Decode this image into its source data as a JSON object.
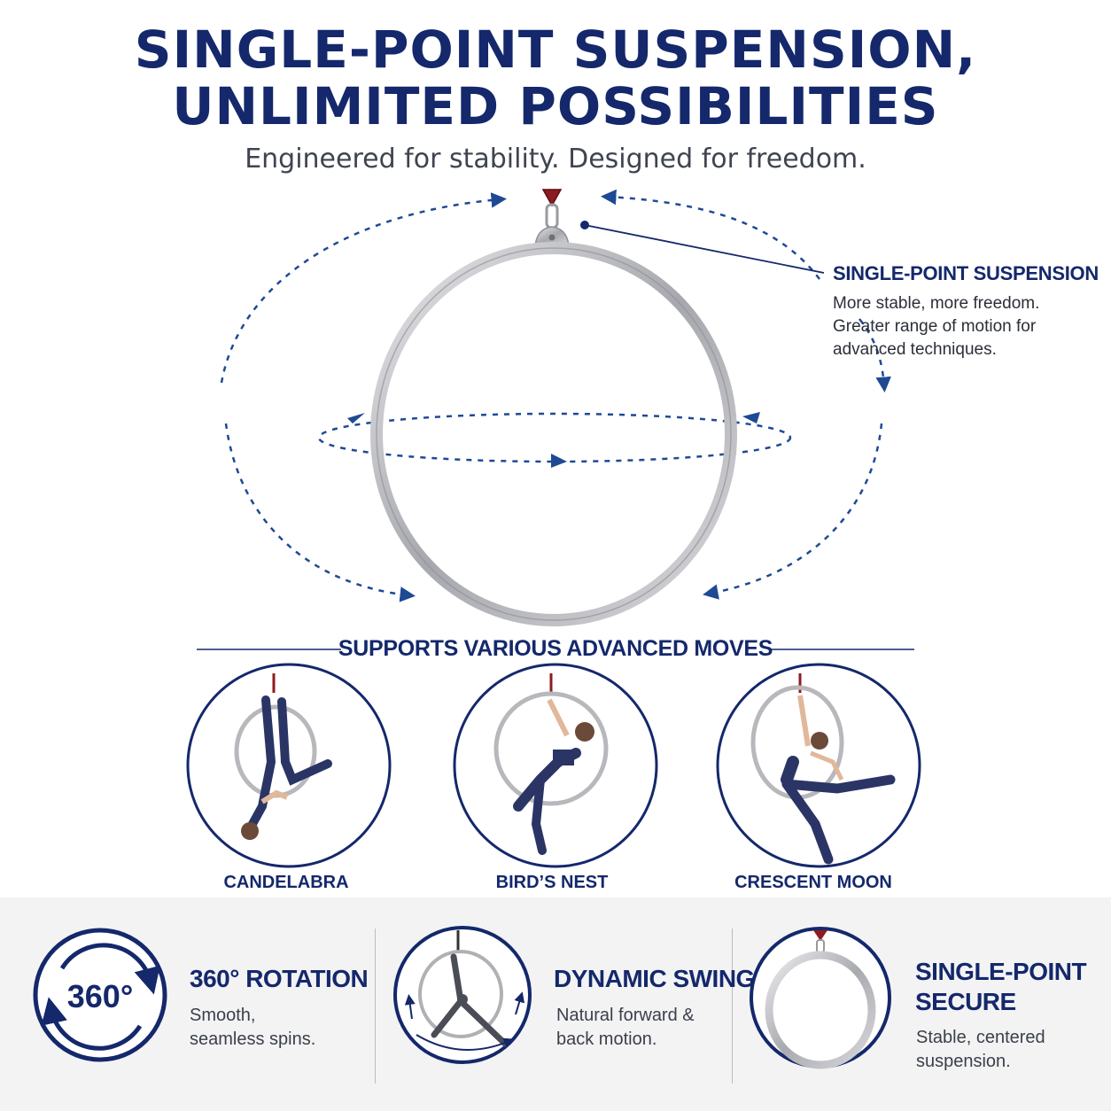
{
  "header": {
    "title_line1": "SINGLE-POINT SUSPENSION,",
    "title_line2": "UNLIMITED POSSIBILITIES",
    "subtitle": "Engineered for stability. Designed for freedom."
  },
  "callout": {
    "title": "SINGLE-POINT SUSPENSION",
    "body_line1": "More stable, more freedom.",
    "body_line2": "Greater range of motion for",
    "body_line3": "advanced techniques."
  },
  "moves": {
    "title": "SUPPORTS VARIOUS ADVANCED MOVES",
    "items": [
      {
        "label": "CANDELABRA"
      },
      {
        "label": "BIRD’S NEST"
      },
      {
        "label": "CRESCENT MOON"
      }
    ]
  },
  "features": [
    {
      "icon": "rotation-360-icon",
      "badge": "360°",
      "title": "360° ROTATION",
      "body_line1": "Smooth,",
      "body_line2": "seamless spins."
    },
    {
      "icon": "dynamic-swing-icon",
      "title": "DYNAMIC SWING",
      "body_line1": "Natural forward &",
      "body_line2": "back motion."
    },
    {
      "icon": "hoop-secure-icon",
      "title_line1": "SINGLE-POINT",
      "title_line2": "SECURE",
      "body_line1": "Stable, centered",
      "body_line2": "suspension."
    }
  ],
  "colors": {
    "navy": "#14286b",
    "arrow_blue": "#1e4a94",
    "hoop_silver": "#b8b8bc",
    "rigging_red": "#8e1b22",
    "outfit_navy": "#2a3566"
  }
}
